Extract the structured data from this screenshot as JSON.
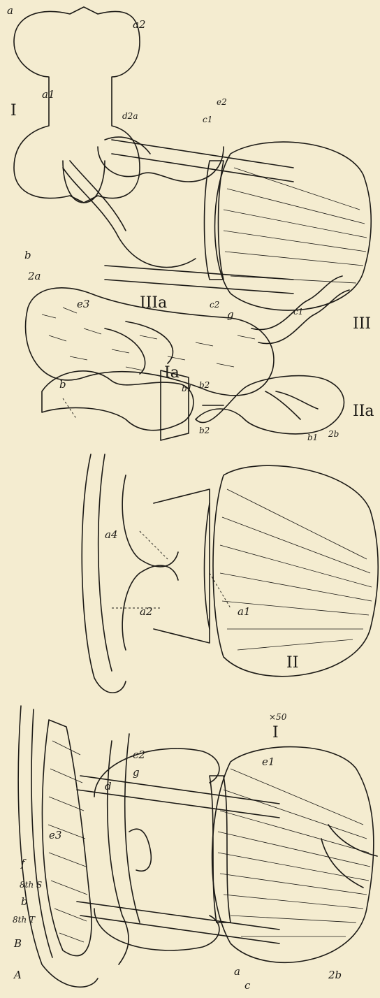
{
  "figures": [
    {
      "numeral": "I",
      "magnification": "×50",
      "labels": [
        "A",
        "B",
        "8th T",
        "b",
        "8th S",
        "f",
        "e3",
        "d",
        "g",
        "c2",
        "e1",
        "a",
        "c",
        "2b"
      ]
    },
    {
      "numeral": "II",
      "labels": [
        "a4",
        "a2",
        "a1"
      ]
    },
    {
      "numeral": "Ia",
      "labels": [
        "b"
      ]
    },
    {
      "numeral": "IIIa",
      "labels": [
        "2a",
        "b1",
        "b2"
      ]
    },
    {
      "numeral": "IIa",
      "labels": [
        "b2",
        "b1",
        "2b"
      ]
    },
    {
      "numeral": "III",
      "labels": [
        "a2",
        "d2a",
        "c1",
        "e2",
        "e3",
        "c2",
        "g",
        "c1"
      ]
    },
    {
      "numeral": "I",
      "labels": [
        "a",
        "b",
        "a1"
      ]
    }
  ]
}
